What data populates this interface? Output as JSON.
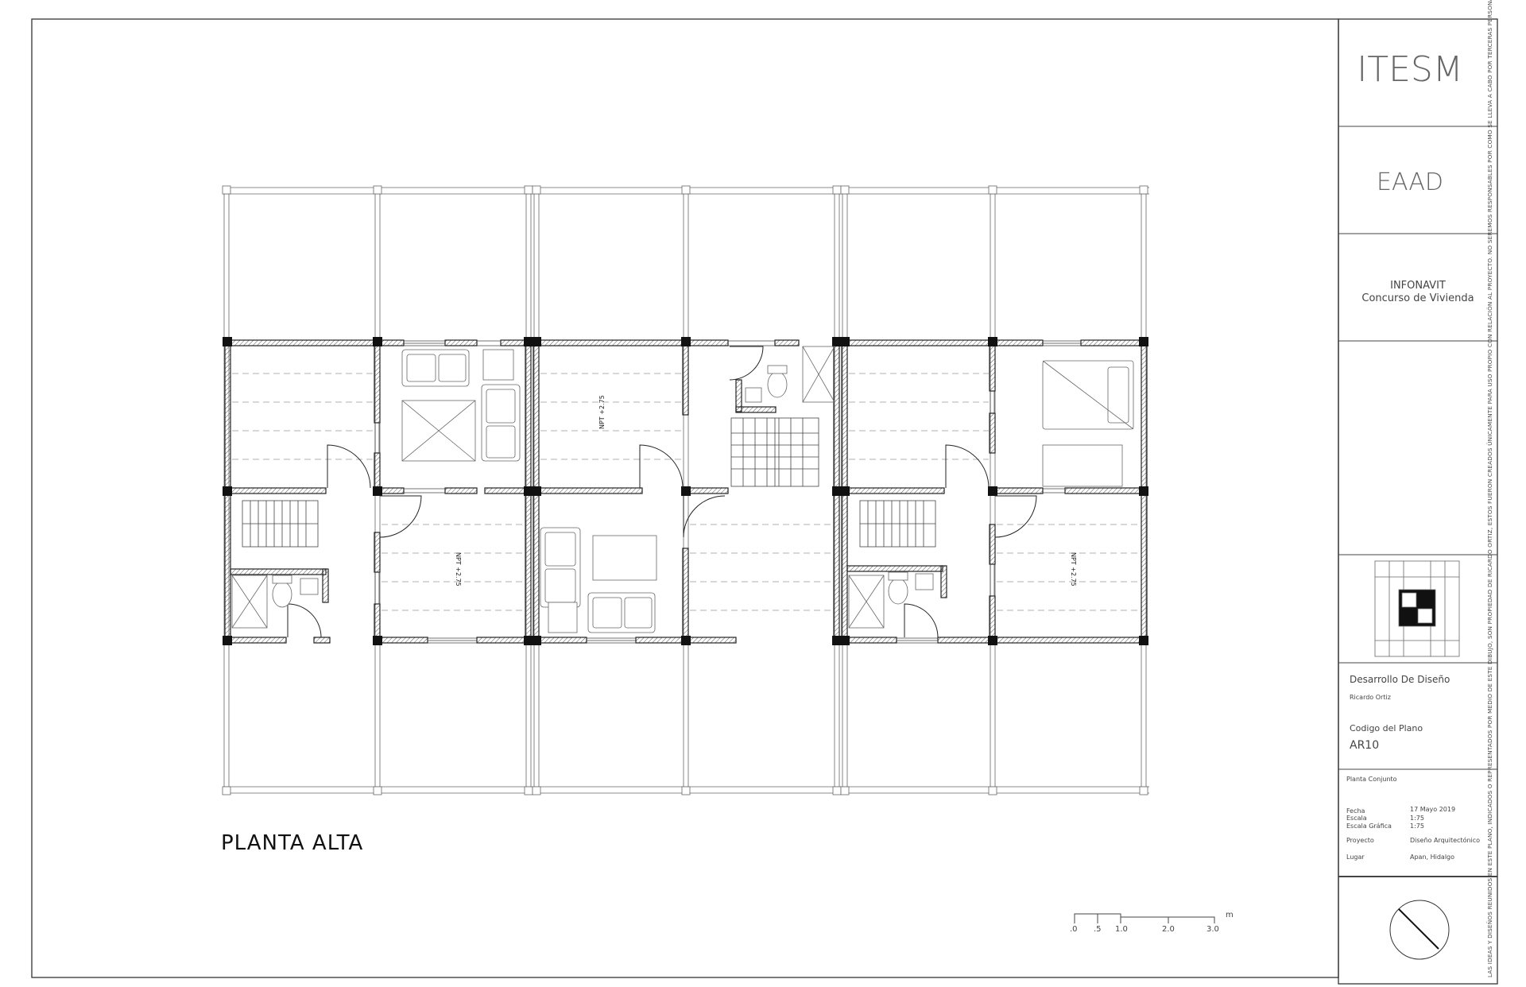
{
  "drawing": {
    "plan_title": "PLANTA ALTA",
    "level_tags": [
      "NPT +2.75",
      "NPT +2.75",
      "NPT +2.75"
    ]
  },
  "title_block": {
    "school": "ITESM",
    "department": "EAAD",
    "client_line1": "INFONAVIT",
    "client_line2": "Concurso de Vivienda",
    "section_label": "Desarrollo De Diseño",
    "author": "Ricardo Ortiz",
    "code_label": "Codigo del Plano",
    "code_value": "AR10",
    "sheet_name": "Planta Conjunto",
    "fields": [
      {
        "label": "Fecha",
        "value": "17 Mayo 2019"
      },
      {
        "label": "Escala",
        "value": "1:75"
      },
      {
        "label": "Escala Gráfica",
        "value": "1:75"
      },
      {
        "label": "Proyecto",
        "value": "Diseño Arquitectónico"
      },
      {
        "label": "Lugar",
        "value": "Apan, Hidalgo"
      }
    ],
    "disclaimer": "LAS IDEAS Y DISEÑOS REUNIDOS EN ESTE PLANO, INDICADOS O REPRESENTADOS POR MEDIO DE ESTE DIBUJO, SON PROPIEDAD DE RICARDO ORTIZ, ESTOS FUERON CREADOS ÚNICAMENTE PARA USO PROPIO CON RELACIÓN AL PROYECTO. NO SEREMOS RESPONSABLES POR COMO SE LLEVA A CABO POR TERCERAS PERSONAS LA EJECUCIÓN DE LOS TRABAJO CONTENIDOS"
  },
  "scale_bar": {
    "unit": "m",
    "ticks": [
      ".0",
      ".5",
      "1.0",
      "2.0",
      "3.0"
    ]
  }
}
